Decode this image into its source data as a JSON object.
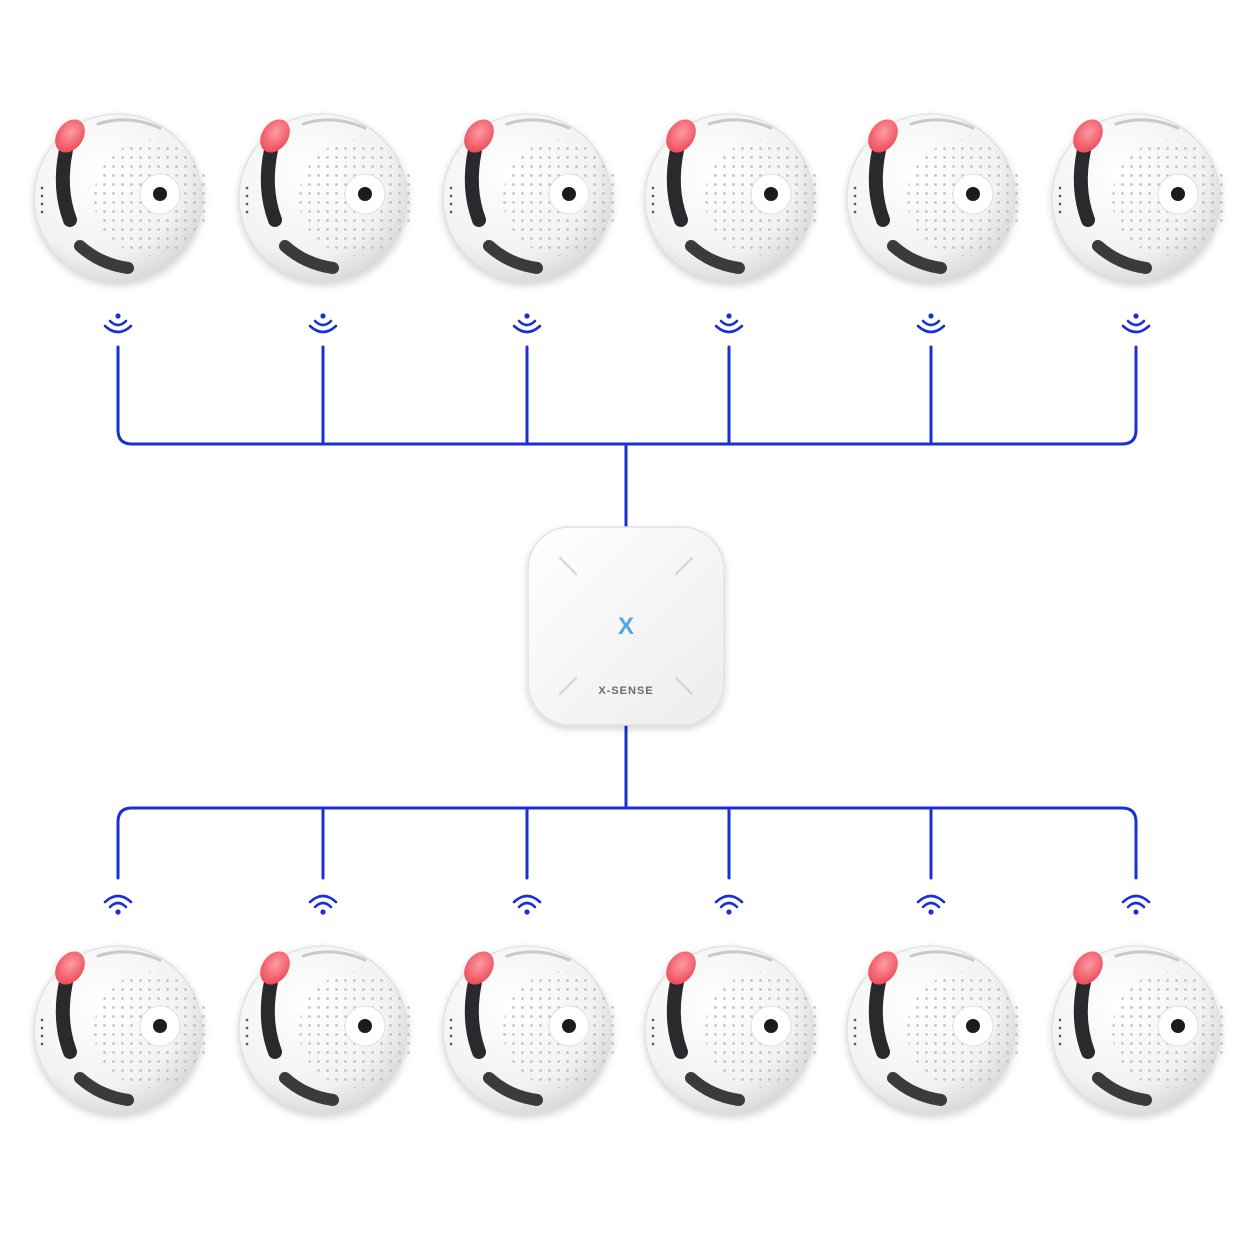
{
  "hub": {
    "logo_glyph": "X",
    "brand_label": "X-SENSE",
    "body_color": "#f7f7f8",
    "logo_color": "#4fa6e8"
  },
  "network": {
    "line_color": "#1a2fd6"
  },
  "detectors": {
    "top_row_count": 6,
    "bottom_row_count": 6,
    "body_color": "#f4f4f5",
    "button_color": "#ff6f7a",
    "wifi_icon": "wifi-signal-icon"
  }
}
